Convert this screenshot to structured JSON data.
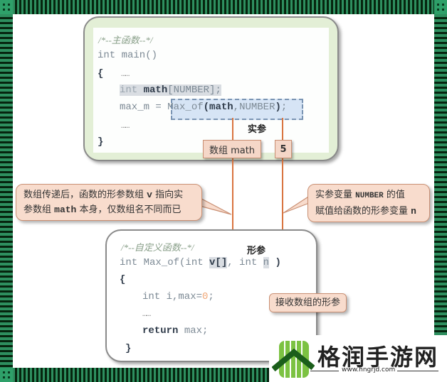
{
  "main_panel": {
    "comment": "/*--主函数--*/",
    "line_main": "int main()",
    "line_open": "{",
    "dots1": "……",
    "decl_kw": "int",
    "decl_var": "math",
    "decl_rest": "[NUMBER];",
    "assign_lhs": "max_m = ",
    "call_fn": "Max_of",
    "call_paren_open": "(",
    "call_arg1": "math",
    "call_comma": ",",
    "call_arg2": "NUMBER",
    "call_paren_close": ")",
    "call_semicolon": ";",
    "dots2": "……",
    "line_close": "}",
    "actual_params_label": "实参",
    "tag_array": "数组 math",
    "tag_value": "5"
  },
  "callout_left": {
    "line1_a": "数组传递后，函数的形参数组 ",
    "line1_var": "v",
    "line1_b": " 指向实",
    "line2_a": "参数组 ",
    "line2_var": "math",
    "line2_b": " 本身，仅数组名不同而已"
  },
  "callout_right": {
    "line1_a": "实参变量 ",
    "line1_var": "NUMBER",
    "line1_b": " 的值",
    "line2_a": "赋值给函数的形参变量 ",
    "line2_var": "n"
  },
  "func_panel": {
    "comment": "/*--自定义函数--*/",
    "formal_params_label": "形参",
    "sig_a": "int Max_of(int ",
    "sig_v": "v[]",
    "sig_b": ", int ",
    "sig_n": "n",
    "sig_c": " )",
    "line_open": "{",
    "decl_a": "int i,max=",
    "decl_zero": "0",
    "decl_b": ";",
    "dots": "……",
    "ret_kw": "return",
    "ret_rest": " max;",
    "line_close": "}",
    "callout": "接收数组的形参"
  },
  "watermark": {
    "name": "格润手游网",
    "url": "www.hngrjd.com"
  },
  "colors": {
    "border_green": "#2e8f5f",
    "border_dark": "#06250f",
    "arrow": "#d9743f",
    "callout_bg": "#f8dccd",
    "panel_bg": "#e3efd6"
  }
}
